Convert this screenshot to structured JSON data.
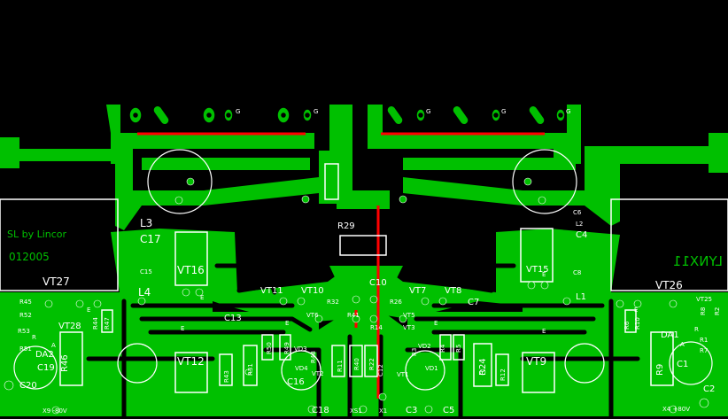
{
  "board": {
    "colors": {
      "background": "#000000",
      "copper": "#00c000",
      "bottom_copper": "#ff0000",
      "silkscreen": "#ffffff",
      "hole": "#000000"
    }
  },
  "copper_texts": {
    "left_signature_line1": "SL by Lincor",
    "left_signature_line2": "012005",
    "right_logo": "LYNX11"
  },
  "labels": [
    {
      "id": "L3",
      "text": "L3",
      "size": "big"
    },
    {
      "id": "C17",
      "text": "C17",
      "size": "big"
    },
    {
      "id": "C15",
      "text": "C15",
      "size": "small"
    },
    {
      "id": "VT16",
      "text": "VT16",
      "size": "big"
    },
    {
      "id": "L4",
      "text": "L4",
      "size": "big"
    },
    {
      "id": "VT27",
      "text": "VT27",
      "size": "big"
    },
    {
      "id": "R45",
      "text": "R45",
      "size": "small"
    },
    {
      "id": "R52",
      "text": "R52",
      "size": "small"
    },
    {
      "id": "VT28",
      "text": "VT28",
      "size": "mid"
    },
    {
      "id": "R53",
      "text": "R53",
      "size": "small"
    },
    {
      "id": "R51",
      "text": "R51",
      "size": "small"
    },
    {
      "id": "DA2",
      "text": "DA2",
      "size": "mid"
    },
    {
      "id": "C19",
      "text": "C19",
      "size": "mid"
    },
    {
      "id": "C20",
      "text": "C20",
      "size": "mid"
    },
    {
      "id": "X9",
      "text": "X9 -80V",
      "size": "small"
    },
    {
      "id": "R46",
      "text": "R46",
      "size": "mid"
    },
    {
      "id": "R47",
      "text": "R47",
      "size": "small"
    },
    {
      "id": "R44",
      "text": "R44",
      "size": "small"
    },
    {
      "id": "VT12",
      "text": "VT12",
      "size": "big"
    },
    {
      "id": "C13",
      "text": "C13",
      "size": "mid"
    },
    {
      "id": "R43",
      "text": "R43",
      "size": "small"
    },
    {
      "id": "R31",
      "text": "R31",
      "size": "small"
    },
    {
      "id": "R50",
      "text": "R50",
      "size": "small"
    },
    {
      "id": "R49",
      "text": "R49",
      "size": "small"
    },
    {
      "id": "R48",
      "text": "R48",
      "size": "small"
    },
    {
      "id": "VT11",
      "text": "VT11",
      "size": "mid"
    },
    {
      "id": "VT10",
      "text": "VT10",
      "size": "mid"
    },
    {
      "id": "VD3",
      "text": "VD3",
      "size": "small"
    },
    {
      "id": "VD4",
      "text": "VD4",
      "size": "small"
    },
    {
      "id": "C16",
      "text": "C16",
      "size": "mid"
    },
    {
      "id": "VT2",
      "text": "VT2",
      "size": "small"
    },
    {
      "id": "C18",
      "text": "C18",
      "size": "mid"
    },
    {
      "id": "R29",
      "text": "R29",
      "size": "mid"
    },
    {
      "id": "C10",
      "text": "C10",
      "size": "mid"
    },
    {
      "id": "R32",
      "text": "R32",
      "size": "small"
    },
    {
      "id": "VT6",
      "text": "VT6",
      "size": "small"
    },
    {
      "id": "R41",
      "text": "R41",
      "size": "small"
    },
    {
      "id": "R26",
      "text": "R26",
      "size": "small"
    },
    {
      "id": "VT5",
      "text": "VT5",
      "size": "small"
    },
    {
      "id": "VT3",
      "text": "VT3",
      "size": "small"
    },
    {
      "id": "R14",
      "text": "R14",
      "size": "small"
    },
    {
      "id": "R11",
      "text": "R11",
      "size": "small"
    },
    {
      "id": "R40",
      "text": "R40",
      "size": "small"
    },
    {
      "id": "R22",
      "text": "R22",
      "size": "small"
    },
    {
      "id": "C12",
      "text": "C12",
      "size": "small"
    },
    {
      "id": "VT1",
      "text": "VT1",
      "size": "small"
    },
    {
      "id": "XS1",
      "text": "XS1",
      "size": "small"
    },
    {
      "id": "X1",
      "text": "X1",
      "size": "small"
    },
    {
      "id": "C3",
      "text": "C3",
      "size": "mid"
    },
    {
      "id": "C5",
      "text": "C5",
      "size": "mid"
    },
    {
      "id": "VT7",
      "text": "VT7",
      "size": "mid"
    },
    {
      "id": "VT8",
      "text": "VT8",
      "size": "mid"
    },
    {
      "id": "C7",
      "text": "C7",
      "size": "mid"
    },
    {
      "id": "R3",
      "text": "R3",
      "size": "small"
    },
    {
      "id": "VD2",
      "text": "VD2",
      "size": "small"
    },
    {
      "id": "VD1",
      "text": "VD1",
      "size": "small"
    },
    {
      "id": "R4",
      "text": "R4",
      "size": "small"
    },
    {
      "id": "R5",
      "text": "R5",
      "size": "small"
    },
    {
      "id": "R24",
      "text": "R24",
      "size": "mid"
    },
    {
      "id": "R12",
      "text": "R12",
      "size": "small"
    },
    {
      "id": "VT9",
      "text": "VT9",
      "size": "big"
    },
    {
      "id": "VT15",
      "text": "VT15",
      "size": "mid"
    },
    {
      "id": "C8",
      "text": "C8",
      "size": "small"
    },
    {
      "id": "C6",
      "text": "C6",
      "size": "small"
    },
    {
      "id": "C4",
      "text": "C4",
      "size": "mid"
    },
    {
      "id": "L2",
      "text": "L2",
      "size": "small"
    },
    {
      "id": "L1",
      "text": "L1",
      "size": "mid"
    },
    {
      "id": "VT26",
      "text": "VT26",
      "size": "big"
    },
    {
      "id": "VT25",
      "text": "VT25",
      "size": "small"
    },
    {
      "id": "R8",
      "text": "R8",
      "size": "small"
    },
    {
      "id": "R2",
      "text": "R2",
      "size": "small"
    },
    {
      "id": "R6",
      "text": "R6",
      "size": "small"
    },
    {
      "id": "R10",
      "text": "R10",
      "size": "small"
    },
    {
      "id": "DA1",
      "text": "DA1",
      "size": "mid"
    },
    {
      "id": "R1",
      "text": "R1",
      "size": "small"
    },
    {
      "id": "R7",
      "text": "R7",
      "size": "small"
    },
    {
      "id": "C1",
      "text": "C1",
      "size": "mid"
    },
    {
      "id": "R9",
      "text": "R9",
      "size": "mid"
    },
    {
      "id": "C2",
      "text": "C2",
      "size": "mid"
    },
    {
      "id": "X4",
      "text": "X4 +80V",
      "size": "small"
    }
  ],
  "pin_letters": {
    "transistor_pin_E": "E",
    "regulator_pin_A": "A",
    "regulator_pin_R": "R",
    "gate_mark": "G"
  }
}
